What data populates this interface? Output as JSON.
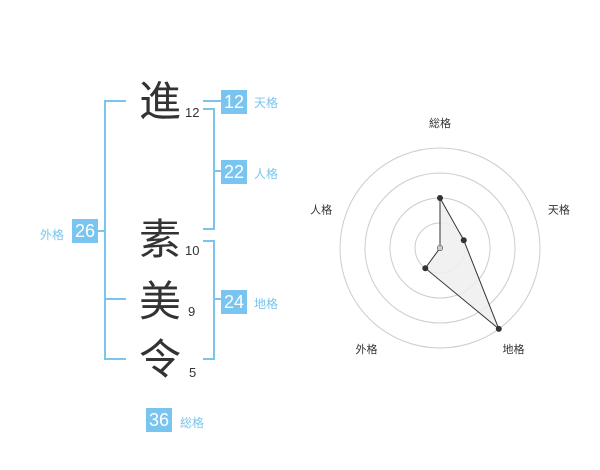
{
  "characters": [
    {
      "char": "進",
      "strokes": "12"
    },
    {
      "char": "素",
      "strokes": "10"
    },
    {
      "char": "美",
      "strokes": "9"
    },
    {
      "char": "令",
      "strokes": "5"
    }
  ],
  "fortunes": {
    "tenkaku": {
      "value": "12",
      "label": "天格"
    },
    "jinkaku": {
      "value": "22",
      "label": "人格"
    },
    "chikaku": {
      "value": "24",
      "label": "地格"
    },
    "gaikaku": {
      "value": "26",
      "label": "外格"
    },
    "soukaku": {
      "value": "36",
      "label": "総格"
    }
  },
  "colors": {
    "accent": "#79c5ef",
    "text": "#333333",
    "ring": "#cccccc",
    "fill": "#eeeeee"
  },
  "chart_data": {
    "type": "radar",
    "axes": [
      "総格",
      "天格",
      "地格",
      "外格",
      "人格"
    ],
    "levels": 4,
    "max": 4,
    "values": [
      2,
      1,
      4,
      1,
      0
    ],
    "grid": true
  }
}
